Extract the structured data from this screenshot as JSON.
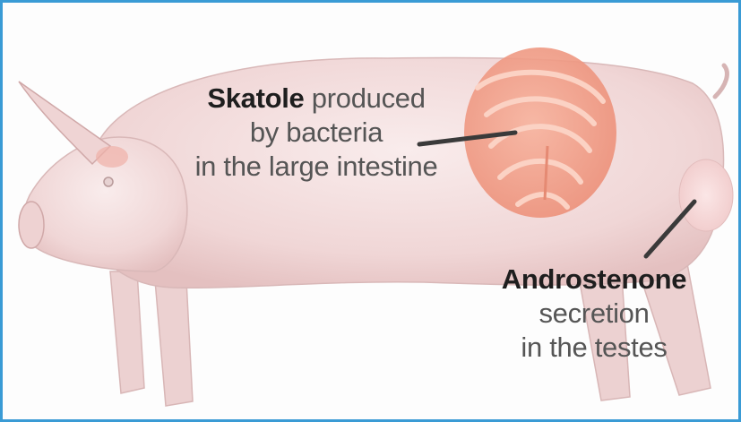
{
  "skatole": {
    "term": "Skatole",
    "line1_rest": " produced",
    "line2": "by bacteria",
    "line3": "in the large intestine"
  },
  "androstenone": {
    "term": "Androstenone",
    "line2": "secretion",
    "line3": "in the testes"
  },
  "colors": {
    "frame": "#3a9bd5",
    "pig_skin": "#f3dcdc",
    "intestine": "#f1a08a",
    "arrow": "#3a3a3a"
  }
}
